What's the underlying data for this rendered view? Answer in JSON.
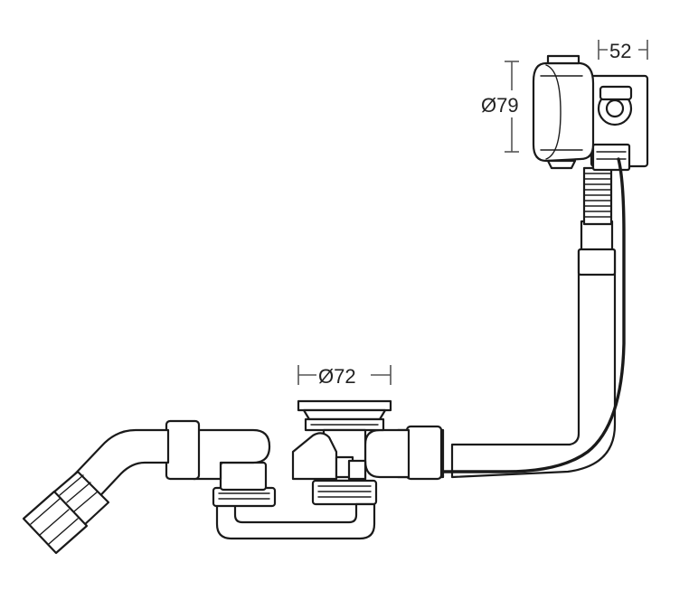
{
  "dimensions": {
    "overflow_diameter": "Ø79",
    "overflow_depth": "52",
    "waste_diameter": "Ø72"
  },
  "colors": {
    "line": "#1a1a1a",
    "fill": "#ffffff",
    "dimension_line": "#555555"
  }
}
